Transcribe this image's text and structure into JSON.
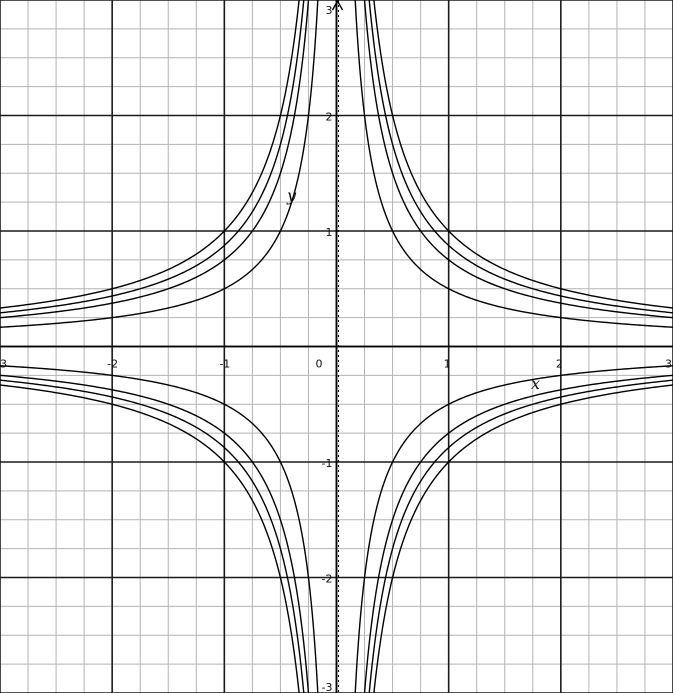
{
  "chart_data": {
    "type": "line",
    "title": "",
    "xlabel": "x",
    "ylabel": "y",
    "xlim": [
      -3,
      3
    ],
    "ylim": [
      -3,
      3
    ],
    "grid": true,
    "grid_major_step": 1,
    "grid_minor_step": 0.25,
    "x_ticks": [
      {
        "value": -3,
        "label": "3"
      },
      {
        "value": -2,
        "label": "-2"
      },
      {
        "value": -1,
        "label": "-1"
      },
      {
        "value": 0,
        "label": "0"
      },
      {
        "value": 1,
        "label": "1"
      },
      {
        "value": 2,
        "label": "2"
      },
      {
        "value": 3,
        "label": "3"
      }
    ],
    "y_ticks": [
      {
        "value": 3,
        "label": "3"
      },
      {
        "value": 2,
        "label": "2"
      },
      {
        "value": 1,
        "label": "1"
      },
      {
        "value": -1,
        "label": "-1"
      },
      {
        "value": -2,
        "label": "-2"
      },
      {
        "value": -3,
        "label": "-3"
      }
    ],
    "series": [
      {
        "k": 0.5
      },
      {
        "k": 0.75
      },
      {
        "k": 0.875
      },
      {
        "k": 1.0
      }
    ],
    "curve_family": "xy = ±k",
    "colors": {
      "curve": "#000000",
      "major_grid": "#1a1a1a",
      "minor_grid": "#b3b3b3"
    }
  }
}
